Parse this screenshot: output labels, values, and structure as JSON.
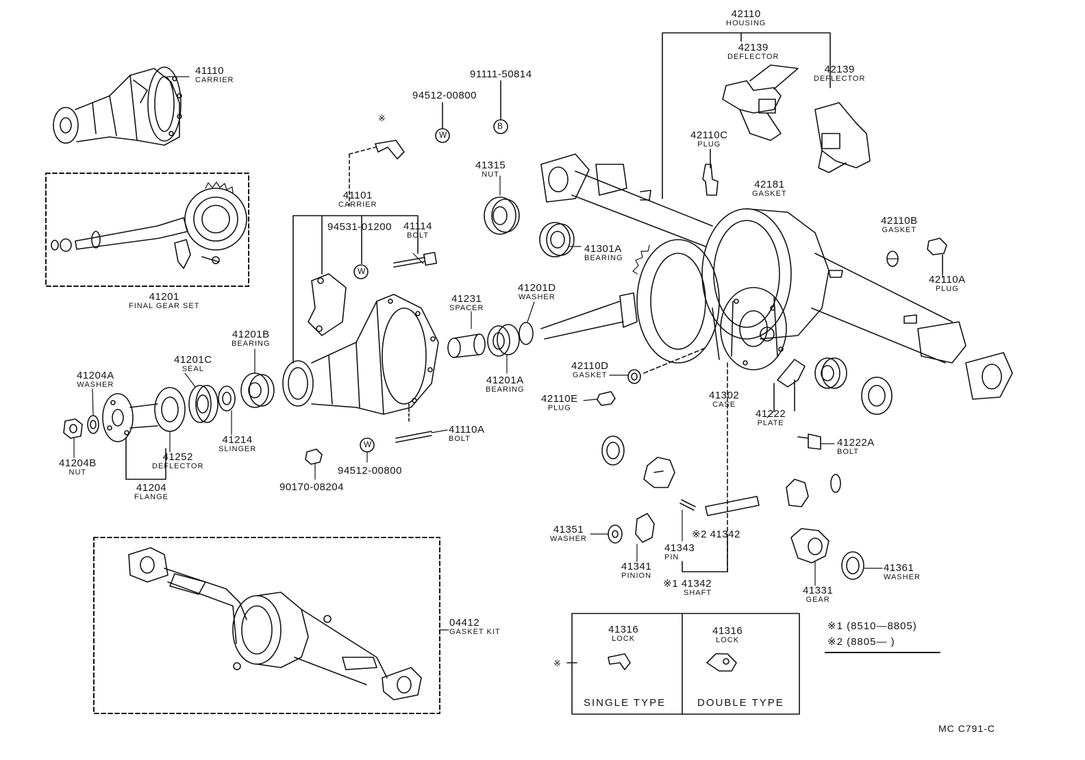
{
  "parts": {
    "p41110": {
      "number": "41110",
      "name": "CARRIER"
    },
    "p41201": {
      "number": "41201",
      "name": "FINAL GEAR SET"
    },
    "p94512a": {
      "number": "94512-00800"
    },
    "p91111": {
      "number": "91111-50814"
    },
    "p41101": {
      "number": "41101",
      "name": "CARRIER"
    },
    "p94531": {
      "number": "94531-01200"
    },
    "p41114": {
      "number": "41114",
      "name": "BOLT"
    },
    "p41315": {
      "number": "41315",
      "name": "NUT"
    },
    "p41301A": {
      "number": "41301A",
      "name": "BEARING"
    },
    "p41231": {
      "number": "41231",
      "name": "SPACER"
    },
    "p41201D": {
      "number": "41201D",
      "name": "WASHER"
    },
    "p41201A": {
      "number": "41201A",
      "name": "BEARING"
    },
    "p41201B": {
      "number": "41201B",
      "name": "BEARING"
    },
    "p41201C": {
      "number": "41201C",
      "name": "SEAL"
    },
    "p41214": {
      "number": "41214",
      "name": "SLINGER"
    },
    "p41204A": {
      "number": "41204A",
      "name": "WASHER"
    },
    "p41204B": {
      "number": "41204B",
      "name": "NUT"
    },
    "p41252": {
      "number": "41252",
      "name": "DEFLECTOR"
    },
    "p41204": {
      "number": "41204",
      "name": "FLANGE"
    },
    "p41110A": {
      "number": "41110A",
      "name": "BOLT"
    },
    "p94512b": {
      "number": "94512-00800"
    },
    "p90170": {
      "number": "90170-08204"
    },
    "p42110": {
      "number": "42110",
      "name": "HOUSING"
    },
    "p42139a": {
      "number": "42139",
      "name": "DEFLECTOR"
    },
    "p42139b": {
      "number": "42139",
      "name": "DEFLECTOR"
    },
    "p42110C": {
      "number": "42110C",
      "name": "PLUG"
    },
    "p42181": {
      "number": "42181",
      "name": "GASKET"
    },
    "p42110B": {
      "number": "42110B",
      "name": "GASKET"
    },
    "p42110A": {
      "number": "42110A",
      "name": "PLUG"
    },
    "p42110D": {
      "number": "42110D",
      "name": "GASKET"
    },
    "p42110E": {
      "number": "42110E",
      "name": "PLUG"
    },
    "p41302": {
      "number": "41302",
      "name": "CASE"
    },
    "p41222": {
      "number": "41222",
      "name": "PLATE"
    },
    "p41222A": {
      "number": "41222A",
      "name": "BOLT"
    },
    "p41351": {
      "number": "41351",
      "name": "WASHER"
    },
    "p41341": {
      "number": "41341",
      "name": "PINION"
    },
    "p41343": {
      "number": "41343",
      "name": "PIN"
    },
    "p41342a": {
      "number": "※2 41342"
    },
    "p41342b": {
      "number": "※1  41342",
      "name": "SHAFT"
    },
    "p41331": {
      "number": "41331",
      "name": "GEAR"
    },
    "p41361": {
      "number": "41361",
      "name": "WASHER"
    },
    "p04412": {
      "number": "04412",
      "name": "GASKET KIT"
    }
  },
  "markers": {
    "w": "W",
    "b": "B",
    "kome": "※"
  },
  "lock_box": {
    "single": {
      "number": "41316",
      "name": "LOCK",
      "title": "SINGLE  TYPE"
    },
    "double": {
      "number": "41316",
      "name": "LOCK",
      "title": "DOUBLE  TYPE"
    }
  },
  "notes": {
    "n1": "※1 (8510—8805)",
    "n2": "※2 (8805—        )"
  },
  "code": "MC  C791-C"
}
